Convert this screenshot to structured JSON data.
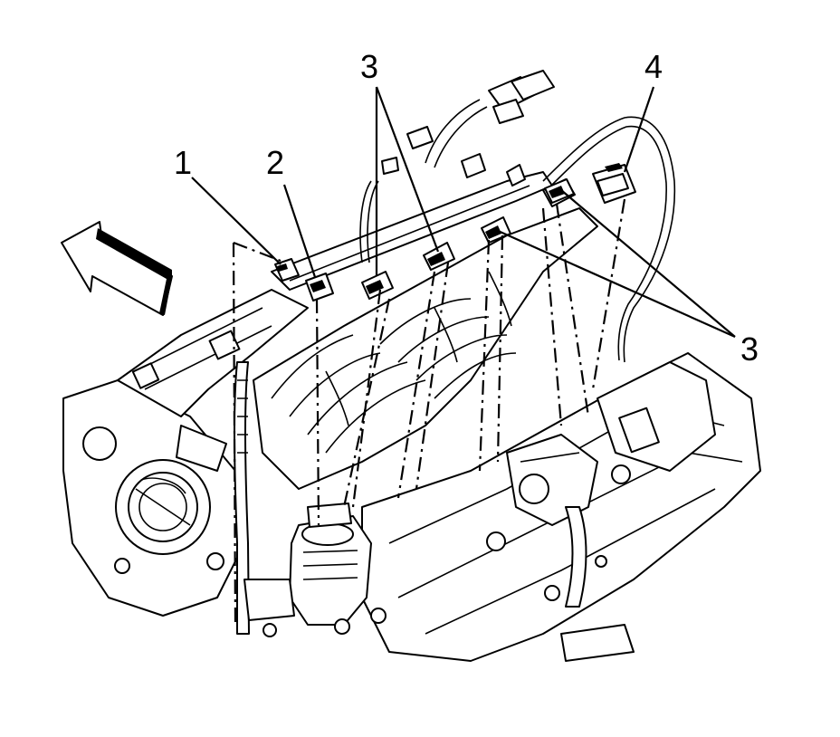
{
  "diagram": {
    "callouts": [
      {
        "id": "c1",
        "label": "1"
      },
      {
        "id": "c2",
        "label": "2"
      },
      {
        "id": "c3a",
        "label": "3"
      },
      {
        "id": "c4",
        "label": "4"
      },
      {
        "id": "c3b",
        "label": "3"
      }
    ],
    "arrow": {
      "meaning": "front-of-vehicle-arrow"
    },
    "colors": {
      "line": "#000000",
      "background": "#ffffff"
    }
  }
}
